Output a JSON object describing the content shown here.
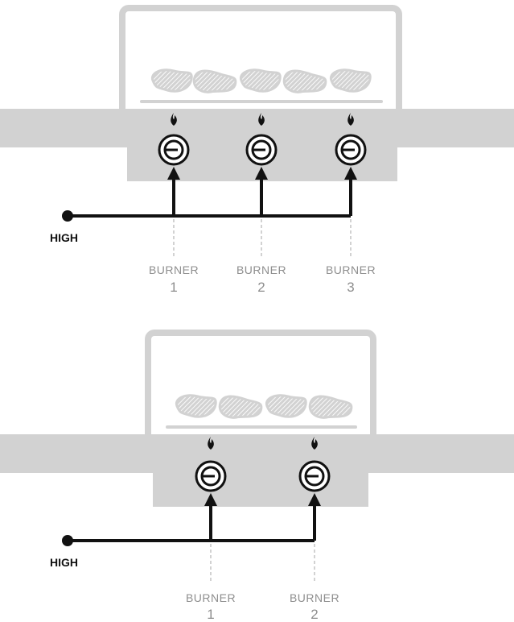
{
  "colors": {
    "grill_fill": "#d2d2d2",
    "grill_outline": "#b4b4b4",
    "wire": "#111111",
    "label_gray": "#8e8e8e",
    "dashed_line": "#c4c4c4"
  },
  "diagrams": [
    {
      "name": "three-burner-grill",
      "heat_label": "HIGH",
      "steaks": 5,
      "burners": [
        {
          "label": "BURNER",
          "number": "1",
          "setting": "HIGH"
        },
        {
          "label": "BURNER",
          "number": "2",
          "setting": "HIGH"
        },
        {
          "label": "BURNER",
          "number": "3",
          "setting": "HIGH"
        }
      ]
    },
    {
      "name": "two-burner-grill",
      "heat_label": "HIGH",
      "steaks": 4,
      "burners": [
        {
          "label": "BURNER",
          "number": "1",
          "setting": "HIGH"
        },
        {
          "label": "BURNER",
          "number": "2",
          "setting": "HIGH"
        }
      ]
    }
  ]
}
